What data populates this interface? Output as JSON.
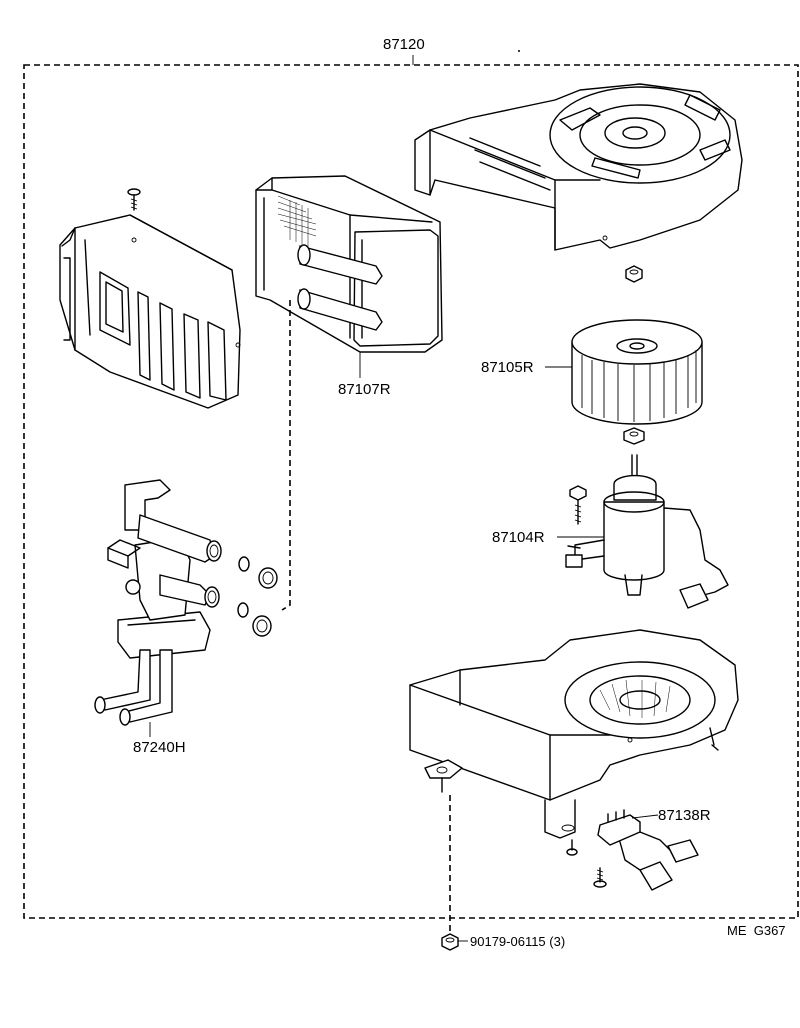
{
  "diagram": {
    "assembly_label": "87120",
    "parts": [
      {
        "id": "heater-core",
        "label": "87107R"
      },
      {
        "id": "blower-fan",
        "label": "87105R"
      },
      {
        "id": "blower-motor",
        "label": "87104R"
      },
      {
        "id": "water-valve",
        "label": "87240H"
      },
      {
        "id": "resistor",
        "label": "87138R"
      },
      {
        "id": "nut",
        "label": "90179-06115 (3)"
      }
    ],
    "footer_code": "ME  G367"
  }
}
